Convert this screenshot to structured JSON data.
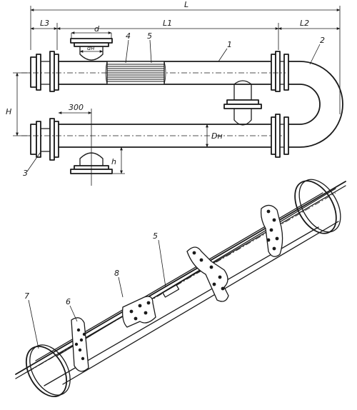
{
  "top_view": {
    "dimensions": {
      "overall_length": "L",
      "length_left_end": "L3",
      "length_middle": "L1",
      "length_return_bend": "L2",
      "nozzle_outer": "d",
      "nozzle_inner": "dн",
      "height_between_pipes": "H",
      "pipe_diameter": "Dн",
      "nozzle_offset": "300",
      "nozzle_height": "h"
    },
    "callouts": [
      "1",
      "2",
      "3",
      "4",
      "5"
    ]
  },
  "bottom_view": {
    "callouts": [
      "5",
      "6",
      "7",
      "8"
    ]
  },
  "colors": {
    "ink": "#1a1a1a",
    "paper": "#ffffff"
  }
}
